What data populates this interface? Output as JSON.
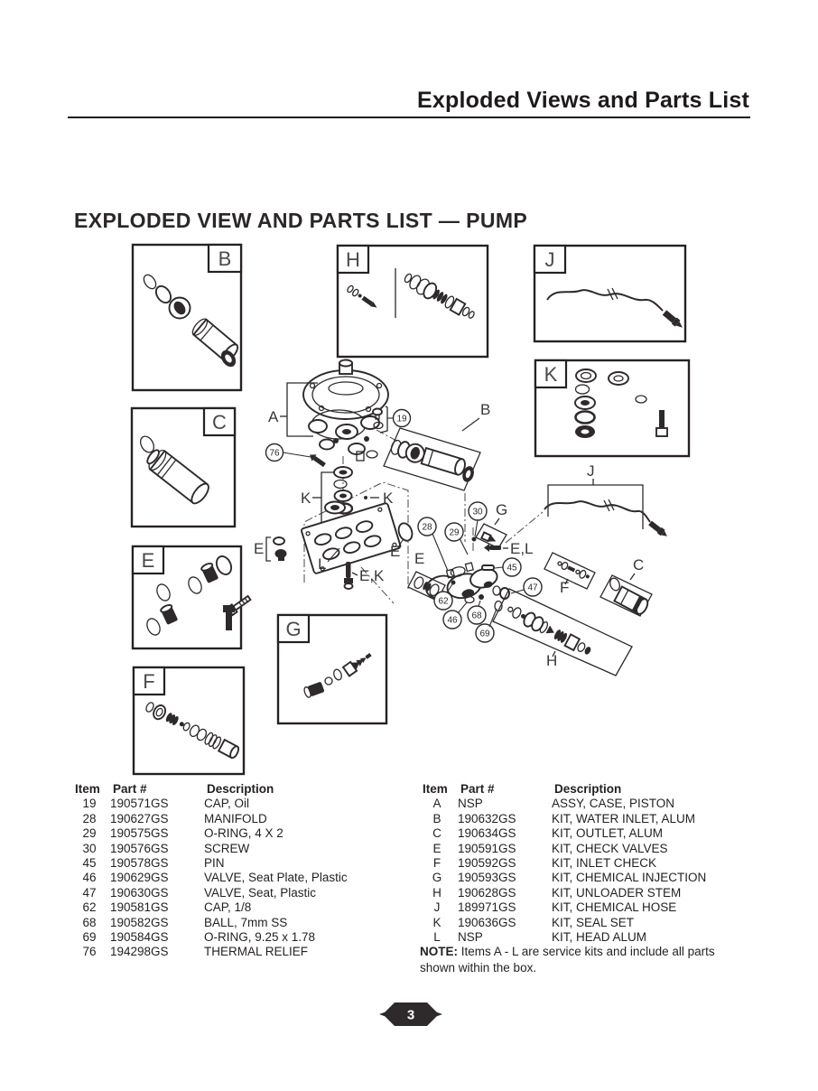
{
  "page": {
    "header_title": "Exploded Views and Parts List",
    "section_title": "EXPLODED VIEW AND PARTS LIST — PUMP",
    "page_number": "3"
  },
  "diagram": {
    "box_labels": {
      "B": "B",
      "C": "C",
      "E": "E",
      "F": "F",
      "G": "G",
      "H": "H",
      "J": "J",
      "K": "K"
    },
    "part_labels": {
      "A": "A",
      "B": "B",
      "K_left": "K",
      "K_right": "K",
      "E_left": "E",
      "L": "L",
      "EK": "E,K",
      "E_mid": "E",
      "E_box": "E",
      "G": "G",
      "EL": "E,L",
      "F": "F",
      "C": "C",
      "H": "H",
      "J": "J"
    },
    "callouts": {
      "n19": "19",
      "n28": "28",
      "n29": "29",
      "n30": "30",
      "n45": "45",
      "n46": "46",
      "n47": "47",
      "n62": "62",
      "n68": "68",
      "n69": "69",
      "n76": "76"
    }
  },
  "parts_table_left": {
    "headers": [
      "Item",
      "Part #",
      "Description"
    ],
    "rows": [
      [
        "19",
        "190571GS",
        "CAP, Oil"
      ],
      [
        "28",
        "190627GS",
        "MANIFOLD"
      ],
      [
        "29",
        "190575GS",
        "O-RING, 4 X 2"
      ],
      [
        "30",
        "190576GS",
        "SCREW"
      ],
      [
        "45",
        "190578GS",
        "PIN"
      ],
      [
        "46",
        "190629GS",
        "VALVE, Seat Plate, Plastic"
      ],
      [
        "47",
        "190630GS",
        "VALVE, Seat, Plastic"
      ],
      [
        "62",
        "190581GS",
        "CAP, 1/8"
      ],
      [
        "68",
        "190582GS",
        "BALL, 7mm SS"
      ],
      [
        "69",
        "190584GS",
        "O-RING, 9.25 x 1.78"
      ],
      [
        "76",
        "194298GS",
        "THERMAL RELIEF"
      ]
    ]
  },
  "parts_table_right": {
    "headers": [
      "Item",
      "Part #",
      "Description"
    ],
    "rows": [
      [
        "A",
        "NSP",
        "ASSY, CASE, PISTON"
      ],
      [
        "B",
        "190632GS",
        "KIT, WATER INLET, ALUM"
      ],
      [
        "C",
        "190634GS",
        "KIT, OUTLET, ALUM"
      ],
      [
        "E",
        "190591GS",
        "KIT, CHECK VALVES"
      ],
      [
        "F",
        "190592GS",
        "KIT, INLET CHECK"
      ],
      [
        "G",
        "190593GS",
        "KIT, CHEMICAL INJECTION"
      ],
      [
        "H",
        "190628GS",
        "KIT, UNLOADER STEM"
      ],
      [
        "J",
        "189971GS",
        "KIT, CHEMICAL HOSE"
      ],
      [
        "K",
        "190636GS",
        "KIT, SEAL SET"
      ],
      [
        "L",
        "NSP",
        "KIT, HEAD ALUM"
      ]
    ]
  },
  "note": {
    "label": "NOTE:",
    "text": " Items A - L are service kits and include all parts shown within the box."
  },
  "colors": {
    "ink": "#231f20",
    "paper": "#ffffff"
  }
}
